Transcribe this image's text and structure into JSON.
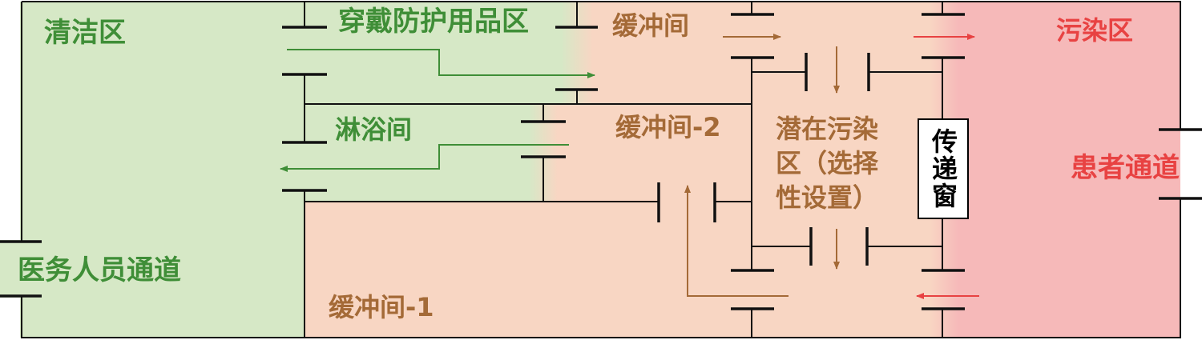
{
  "colors": {
    "clean_zone": "#d6e8c6",
    "buffer_zone": "#f8d6c3",
    "contaminated_zone": "#f6b9b9",
    "line": "#111111",
    "green_text": "#3f8e37",
    "brown_text": "#a46a37",
    "red_text": "#e84242"
  },
  "zones": {
    "clean": "清洁区",
    "ppe_donning": "穿戴防护用品区",
    "shower": "淋浴间",
    "staff_channel": "医务人员通道",
    "buffer": "缓冲间",
    "buffer_2": "缓冲间-2",
    "buffer_1": "缓冲间-1",
    "potential_contaminated": "潜在污染区（选择性设置）",
    "potential_contaminated_lines": [
      "潜在污染",
      "区（选择",
      "性设置）"
    ],
    "contaminated": "污染区",
    "patient_channel": "患者通道",
    "pass_window": "传递窗"
  }
}
